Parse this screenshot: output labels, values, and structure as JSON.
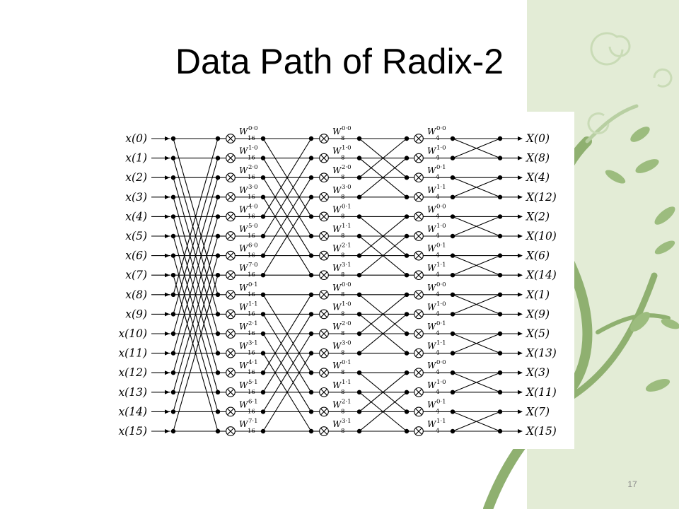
{
  "slide": {
    "title": "Data Path of Radix-2",
    "page_number": "17"
  },
  "colors": {
    "background": "#ffffff",
    "decor_panel": "#e3ecd6",
    "decor_vine": "#8fb070",
    "decor_leaf": "#9cbc7e",
    "diagram_ink": "#000000"
  },
  "diagram": {
    "inputs": [
      "x(0)",
      "x(1)",
      "x(2)",
      "x(3)",
      "x(4)",
      "x(5)",
      "x(6)",
      "x(7)",
      "x(8)",
      "x(9)",
      "x(10)",
      "x(11)",
      "x(12)",
      "x(13)",
      "x(14)",
      "x(15)"
    ],
    "outputs": [
      "X(0)",
      "X(8)",
      "X(4)",
      "X(12)",
      "X(2)",
      "X(10)",
      "X(6)",
      "X(14)",
      "X(1)",
      "X(9)",
      "X(5)",
      "X(13)",
      "X(3)",
      "X(11)",
      "X(7)",
      "X(15)"
    ],
    "stage1_twiddles": [
      {
        "base": "W",
        "sub": "16",
        "sup": "0·0"
      },
      {
        "base": "W",
        "sub": "16",
        "sup": "1·0"
      },
      {
        "base": "W",
        "sub": "16",
        "sup": "2·0"
      },
      {
        "base": "W",
        "sub": "16",
        "sup": "3·0"
      },
      {
        "base": "W",
        "sub": "16",
        "sup": "4·0"
      },
      {
        "base": "W",
        "sub": "16",
        "sup": "5·0"
      },
      {
        "base": "W",
        "sub": "16",
        "sup": "6·0"
      },
      {
        "base": "W",
        "sub": "16",
        "sup": "7·0"
      },
      {
        "base": "W",
        "sub": "16",
        "sup": "0·1"
      },
      {
        "base": "W",
        "sub": "16",
        "sup": "1·1"
      },
      {
        "base": "W",
        "sub": "16",
        "sup": "2·1"
      },
      {
        "base": "W",
        "sub": "16",
        "sup": "3·1"
      },
      {
        "base": "W",
        "sub": "16",
        "sup": "4·1"
      },
      {
        "base": "W",
        "sub": "16",
        "sup": "5·1"
      },
      {
        "base": "W",
        "sub": "16",
        "sup": "6·1"
      },
      {
        "base": "W",
        "sub": "16",
        "sup": "7·1"
      }
    ],
    "stage2_twiddles": [
      {
        "base": "W",
        "sub": "8",
        "sup": "0·0"
      },
      {
        "base": "W",
        "sub": "8",
        "sup": "1·0"
      },
      {
        "base": "W",
        "sub": "8",
        "sup": "2·0"
      },
      {
        "base": "W",
        "sub": "8",
        "sup": "3·0"
      },
      {
        "base": "W",
        "sub": "8",
        "sup": "0·1"
      },
      {
        "base": "W",
        "sub": "8",
        "sup": "1·1"
      },
      {
        "base": "W",
        "sub": "8",
        "sup": "2·1"
      },
      {
        "base": "W",
        "sub": "8",
        "sup": "3·1"
      },
      {
        "base": "W",
        "sub": "8",
        "sup": "0·0"
      },
      {
        "base": "W",
        "sub": "8",
        "sup": "1·0"
      },
      {
        "base": "W",
        "sub": "8",
        "sup": "2·0"
      },
      {
        "base": "W",
        "sub": "8",
        "sup": "3·0"
      },
      {
        "base": "W",
        "sub": "8",
        "sup": "0·1"
      },
      {
        "base": "W",
        "sub": "8",
        "sup": "1·1"
      },
      {
        "base": "W",
        "sub": "8",
        "sup": "2·1"
      },
      {
        "base": "W",
        "sub": "8",
        "sup": "3·1"
      }
    ],
    "stage3_twiddles": [
      {
        "base": "W",
        "sub": "4",
        "sup": "0·0"
      },
      {
        "base": "W",
        "sub": "4",
        "sup": "1·0"
      },
      {
        "base": "W",
        "sub": "4",
        "sup": "0·1"
      },
      {
        "base": "W",
        "sub": "4",
        "sup": "1·1"
      },
      {
        "base": "W",
        "sub": "4",
        "sup": "0·0"
      },
      {
        "base": "W",
        "sub": "4",
        "sup": "1·0"
      },
      {
        "base": "W",
        "sub": "4",
        "sup": "0·1"
      },
      {
        "base": "W",
        "sub": "4",
        "sup": "1·1"
      },
      {
        "base": "W",
        "sub": "4",
        "sup": "0·0"
      },
      {
        "base": "W",
        "sub": "4",
        "sup": "1·0"
      },
      {
        "base": "W",
        "sub": "4",
        "sup": "0·1"
      },
      {
        "base": "W",
        "sub": "4",
        "sup": "1·1"
      },
      {
        "base": "W",
        "sub": "4",
        "sup": "0·0"
      },
      {
        "base": "W",
        "sub": "4",
        "sup": "1·0"
      },
      {
        "base": "W",
        "sub": "4",
        "sup": "0·1"
      },
      {
        "base": "W",
        "sub": "4",
        "sup": "1·1"
      }
    ],
    "butterfly_spans": [
      8,
      4,
      2,
      1
    ],
    "multiplier_symbol": "⊗"
  }
}
